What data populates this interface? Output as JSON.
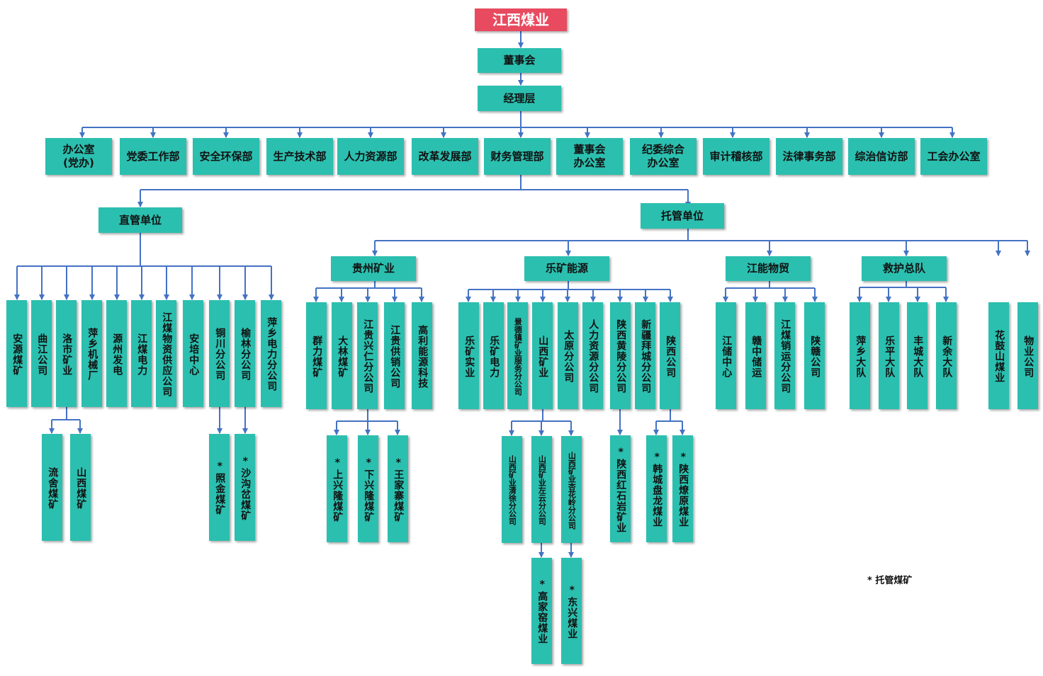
{
  "root": "江西煤业",
  "board": "董事会",
  "management": "经理层",
  "departments": [
    "办公室\n(党办)",
    "党委工作部",
    "安全环保部",
    "生产技术部",
    "人力资源部",
    "改革发展部",
    "财务管理部",
    "董事会\n办公室",
    "纪委综合\n办公室",
    "审计稽核部",
    "法律事务部",
    "综治信访部",
    "工会办公室"
  ],
  "direct": {
    "label": "直管单位",
    "units": [
      "安源煤矿",
      "曲江公司",
      "洛市矿业",
      "萍乡机械厂",
      "源州发电",
      "江煤电力",
      "江煤物资供应公司",
      "安培中心",
      "铜川分公司",
      "榆林分公司",
      "萍乡电力分公司"
    ],
    "luoshi_children": [
      "流舍煤矿",
      "山西煤矿"
    ],
    "tongchuan_children": [
      "*照金煤矿"
    ],
    "yulin_children": [
      "*沙沟岔煤矿"
    ]
  },
  "trust": {
    "label": "托管单位",
    "guizhou": {
      "label": "贵州矿业",
      "units": [
        "群力煤矿",
        "大林煤矿",
        "江贵兴仁分公司",
        "江贵供销公司",
        "高利能源科技"
      ],
      "xingren_children": [
        "*上兴隆煤矿",
        "*下兴隆煤矿",
        "*王家寨煤矿"
      ]
    },
    "lekuang": {
      "label": "乐矿能源",
      "units": [
        "乐矿实业",
        "乐矿电力",
        "景德镇矿业服务分公司",
        "山西矿业",
        "太原分公司",
        "人力资源分公司",
        "陕西黄陵分公司",
        "新疆拜城分公司",
        "陕西公司"
      ],
      "shanxi_children": [
        "山西矿业清徐分公司",
        "山西矿业左云分公司",
        "山西矿业杏花岭分公司"
      ],
      "zuoyun_children": [
        "*高家窑煤业"
      ],
      "xinghualing_children": [
        "*东兴煤业"
      ],
      "huangling_children": [
        "*陕西红石岩矿业"
      ],
      "shaanxi_children": [
        "*韩城盘龙煤业",
        "*陕西燎原煤业"
      ]
    },
    "jiangneng": {
      "label": "江能物贸",
      "units": [
        "江储中心",
        "赣中储运",
        "江煤销运分公司",
        "陕赣公司"
      ]
    },
    "rescue": {
      "label": "救护总队",
      "units": [
        "萍乡大队",
        "乐平大队",
        "丰城大队",
        "新余大队"
      ]
    },
    "others": [
      "花鼓山煤业",
      "物业公司"
    ]
  },
  "legend": "* 托管煤矿",
  "colors": {
    "box": "#2bbfaf",
    "root": "#e84a5f",
    "line": "#4472c4"
  }
}
